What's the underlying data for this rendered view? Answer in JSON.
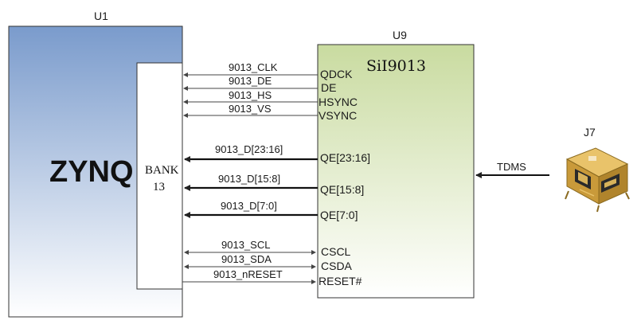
{
  "u1": {
    "ref": "U1",
    "name": "ZYNQ",
    "bank_line1": "BANK",
    "bank_line2": "13"
  },
  "u9": {
    "ref": "U9",
    "name": "SiI9013",
    "pins": {
      "qdck": "QDCK",
      "de": "DE",
      "hsync": "HSYNC",
      "vsync": "VSYNC",
      "qe_hi": "QE[23:16]",
      "qe_mid": "QE[15:8]",
      "qe_lo": "QE[7:0]",
      "cscl": "CSCL",
      "csda": "CSDA",
      "reset": "RESET#"
    }
  },
  "j7": {
    "ref": "J7"
  },
  "signals": {
    "clk": "9013_CLK",
    "de": "9013_DE",
    "hs": "9013_HS",
    "vs": "9013_VS",
    "d_hi": "9013_D[23:16]",
    "d_mid": "9013_D[15:8]",
    "d_lo": "9013_D[7:0]",
    "scl": "9013_SCL",
    "sda": "9013_SDA",
    "reset": "9013_nRESET",
    "tdms": "TDMS"
  },
  "colors": {
    "zynq_top": "#7a9bcc",
    "zynq_bottom": "#ffffff",
    "sii_top": "#c9dba0",
    "sii_bottom": "#ffffff",
    "wire": "#333333"
  }
}
